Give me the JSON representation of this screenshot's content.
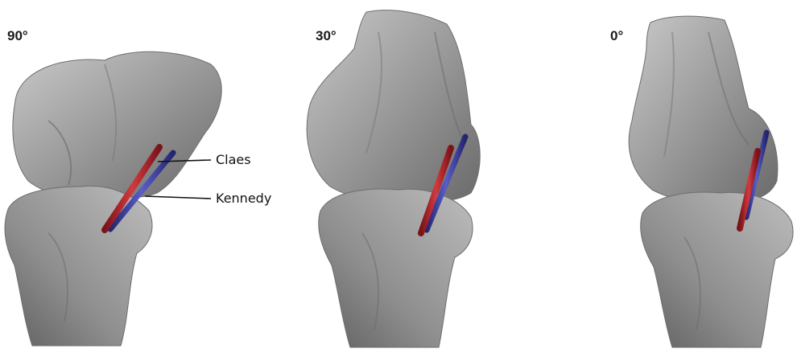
{
  "figure": {
    "panels": [
      {
        "angle_label": "90°"
      },
      {
        "angle_label": "30°"
      },
      {
        "angle_label": "0°"
      }
    ],
    "callouts": {
      "claes": "Claes",
      "kennedy": "Kennedy"
    },
    "colors": {
      "bone": "#8c8c8c",
      "bone_light": "#b8b8b8",
      "bone_dark": "#5e5e5e",
      "claes_graft": "#b5262b",
      "kennedy_graft": "#3b3ea8",
      "leader_line": "#111111"
    }
  }
}
